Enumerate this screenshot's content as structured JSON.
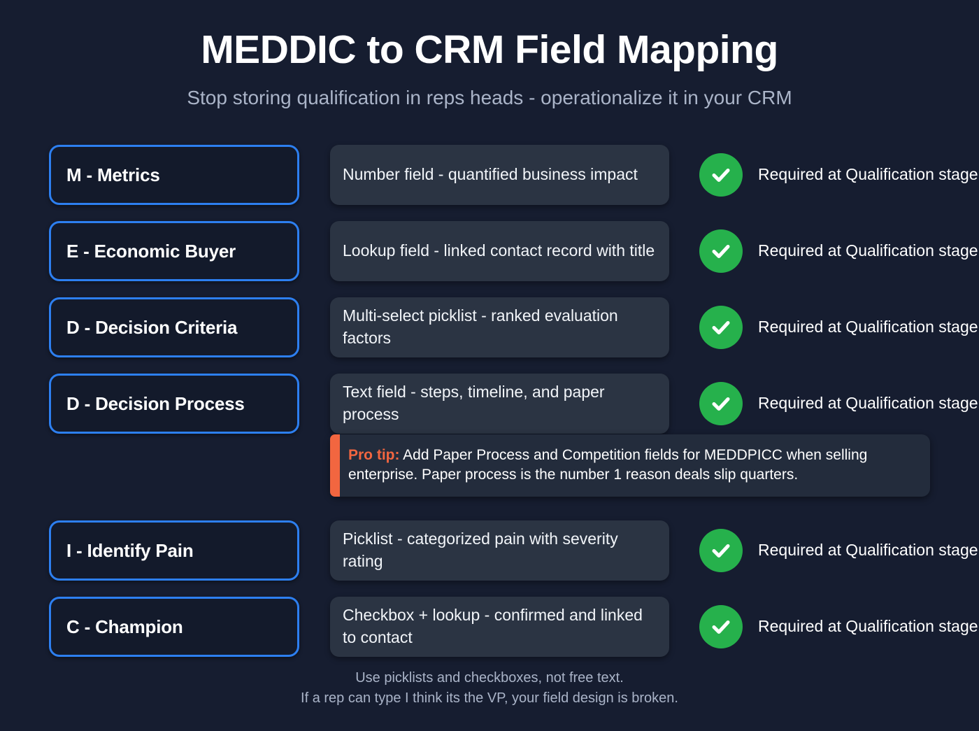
{
  "header": {
    "title": "MEDDIC to CRM Field Mapping",
    "subtitle": "Stop storing qualification in reps heads - operationalize it in your CRM"
  },
  "colors": {
    "background": "#161d30",
    "pill_border": "#2d7ff0",
    "card_background": "#2b3443",
    "check_green": "#26b14c",
    "accent_orange": "#f26640",
    "muted_text": "#aab4c8"
  },
  "rows": [
    {
      "letter_label": "M - Metrics",
      "field_description": "Number field - quantified business impact",
      "status_icon": "check-circle-icon",
      "status_text": "Required at Qualification stage"
    },
    {
      "letter_label": "E - Economic Buyer",
      "field_description": "Lookup field - linked contact record with title",
      "status_icon": "check-circle-icon",
      "status_text": "Required at Qualification stage"
    },
    {
      "letter_label": "D - Decision Criteria",
      "field_description": "Multi-select picklist - ranked evaluation factors",
      "status_icon": "check-circle-icon",
      "status_text": "Required at Qualification stage"
    },
    {
      "letter_label": "D - Decision Process",
      "field_description": "Text field - steps, timeline, and paper process",
      "status_icon": "check-circle-icon",
      "status_text": "Required at Qualification stage"
    },
    {
      "letter_label": "I - Identify Pain",
      "field_description": "Picklist - categorized pain with severity rating",
      "status_icon": "check-circle-icon",
      "status_text": "Required at Qualification stage"
    },
    {
      "letter_label": "C - Champion",
      "field_description": "Checkbox + lookup - confirmed and linked to contact",
      "status_icon": "check-circle-icon",
      "status_text": "Required at Qualification stage"
    }
  ],
  "protip": {
    "label": "Pro tip:",
    "body": " Add Paper Process and Competition fields for MEDDPICC when selling enterprise. Paper process is the number 1 reason deals slip quarters."
  },
  "footer": {
    "line1": "Use picklists and checkboxes, not free text.",
    "line2": "If a rep can type I think its the VP, your field design is broken."
  }
}
